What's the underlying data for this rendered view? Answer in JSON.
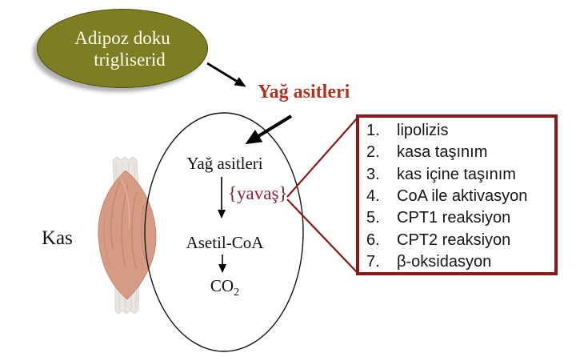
{
  "colors": {
    "olive_ellipse": "#7d7d21",
    "box_border_maroon": "#8c1717",
    "heading_red": "#b23420",
    "yavas_red": "#8e1f2e",
    "muscle_salmon": "#d59b84",
    "tendon_gray": "#e9e6e1",
    "text_black": "#161616",
    "ellipse_text": "#fffdf0"
  },
  "adipose": {
    "lines": [
      "Adipoz doku",
      "trigliserid"
    ]
  },
  "heading": {
    "label": "Yağ asitleri"
  },
  "muscle": {
    "label": "Kas"
  },
  "cell": {
    "substrate": "Yağ asitleri",
    "rate_note": "{yavaş}",
    "intermediate": "Asetil-CoA",
    "product_base": "CO",
    "product_sub": "2"
  },
  "steps": {
    "items": [
      {
        "num": "1.",
        "label": "lipolizis"
      },
      {
        "num": "2.",
        "label": "kasa taşınım"
      },
      {
        "num": "3.",
        "label": "kas içine taşınım"
      },
      {
        "num": "4.",
        "label": "CoA ile aktivasyon"
      },
      {
        "num": "5.",
        "label": "CPT1 reaksiyon"
      },
      {
        "num": "6.",
        "label": "CPT2 reaksiyon"
      },
      {
        "num": "7.",
        "label": "β-oksidasyon"
      }
    ]
  }
}
